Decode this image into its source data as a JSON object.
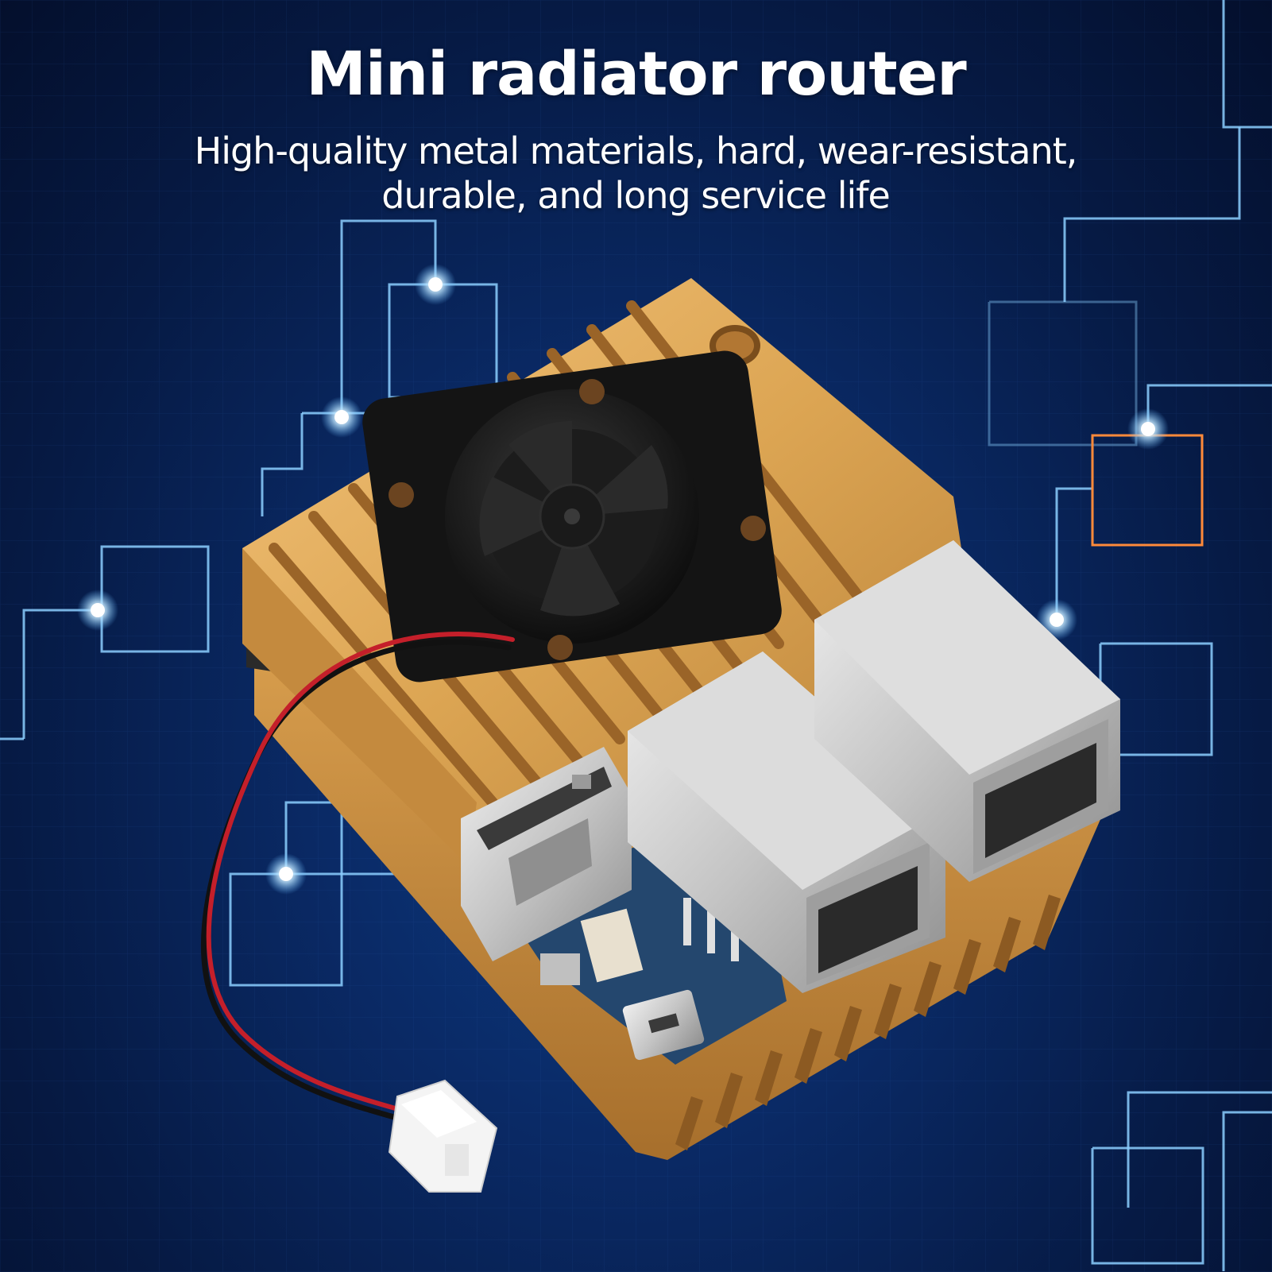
{
  "headline": "Mini radiator router",
  "subline": {
    "line1": "High-quality metal materials, hard, wear-resistant,",
    "line2": "durable, and long service life"
  },
  "colors": {
    "background": "#0a2a66",
    "circuit": "#7fc8ff",
    "gold": "#d9a24e",
    "fan": "#161616",
    "port": "#c8c8c8"
  },
  "icons": [
    "circuit-pattern",
    "heatsink-case",
    "cooling-fan",
    "ethernet-port",
    "usb-port",
    "fan-cable",
    "fan-connector"
  ]
}
